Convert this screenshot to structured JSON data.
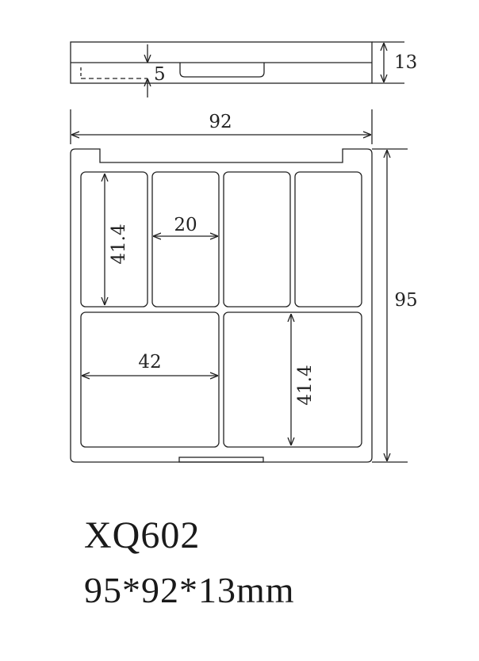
{
  "product": {
    "model": "XQ602",
    "size": "95*92*13mm"
  },
  "dimensions": {
    "side_height": "13",
    "lid_depth": "5",
    "width": "92",
    "height": "95",
    "pan_height_top": "41.4",
    "pan_width_small": "20",
    "pan_width_large": "42",
    "pan_height_bottom": "41.4"
  },
  "colors": {
    "line": "#222222",
    "background": "#ffffff"
  }
}
